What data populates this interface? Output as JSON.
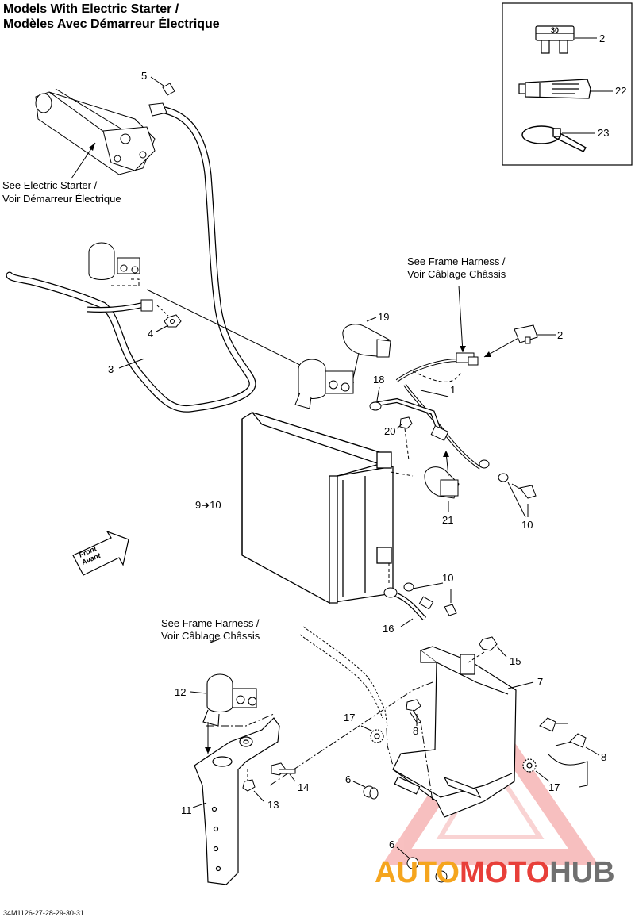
{
  "title": {
    "line1": "Models With Electric Starter /",
    "line2": "Modèles Avec Démarreur Électrique"
  },
  "references": {
    "electric_starter_1": "See Electric Starter /",
    "electric_starter_2": "Voir Démarreur Électrique",
    "frame_harness_top_1": "See Frame Harness /",
    "frame_harness_top_2": "Voir Câblage Châssis",
    "frame_harness_bottom_1": "See Frame Harness /",
    "frame_harness_bottom_2": "Voir Câblage Châssis"
  },
  "callouts": {
    "fuse_inset": "2",
    "grease_tube": "22",
    "cable_tie": "23",
    "cap_5": "5",
    "cable_3": "3",
    "nut_4": "4",
    "boot_19": "19",
    "fuse_2": "2",
    "harness_1": "1",
    "bolt_18": "18",
    "nut_20": "20",
    "battery": "9➔10",
    "boot_21": "21",
    "screws_10a": "10",
    "screws_10b": "10",
    "cable_16": "16",
    "nut_15": "15",
    "tray_7": "7",
    "solenoid_12": "12",
    "washer_17a": "17",
    "bolt_8a": "8",
    "bolt_8b": "8",
    "washer_17b": "17",
    "grommet_6a": "6",
    "grommet_6b": "6",
    "bracket_11": "11",
    "nut_13": "13",
    "bolt_14": "14"
  },
  "arrow": {
    "line1": "Front",
    "line2": "Avant"
  },
  "fuse_rating": "30",
  "footer": "34M1126-27-28-29-30-31",
  "watermark": {
    "part1": "AUTO",
    "part2": "MOTO",
    "part3": "HUB"
  },
  "colors": {
    "line": "#000000",
    "watermark_triangle": "#f28c8c",
    "watermark_auto": "#f5a51e",
    "watermark_moto": "#e83f39",
    "watermark_hub": "#707070"
  }
}
